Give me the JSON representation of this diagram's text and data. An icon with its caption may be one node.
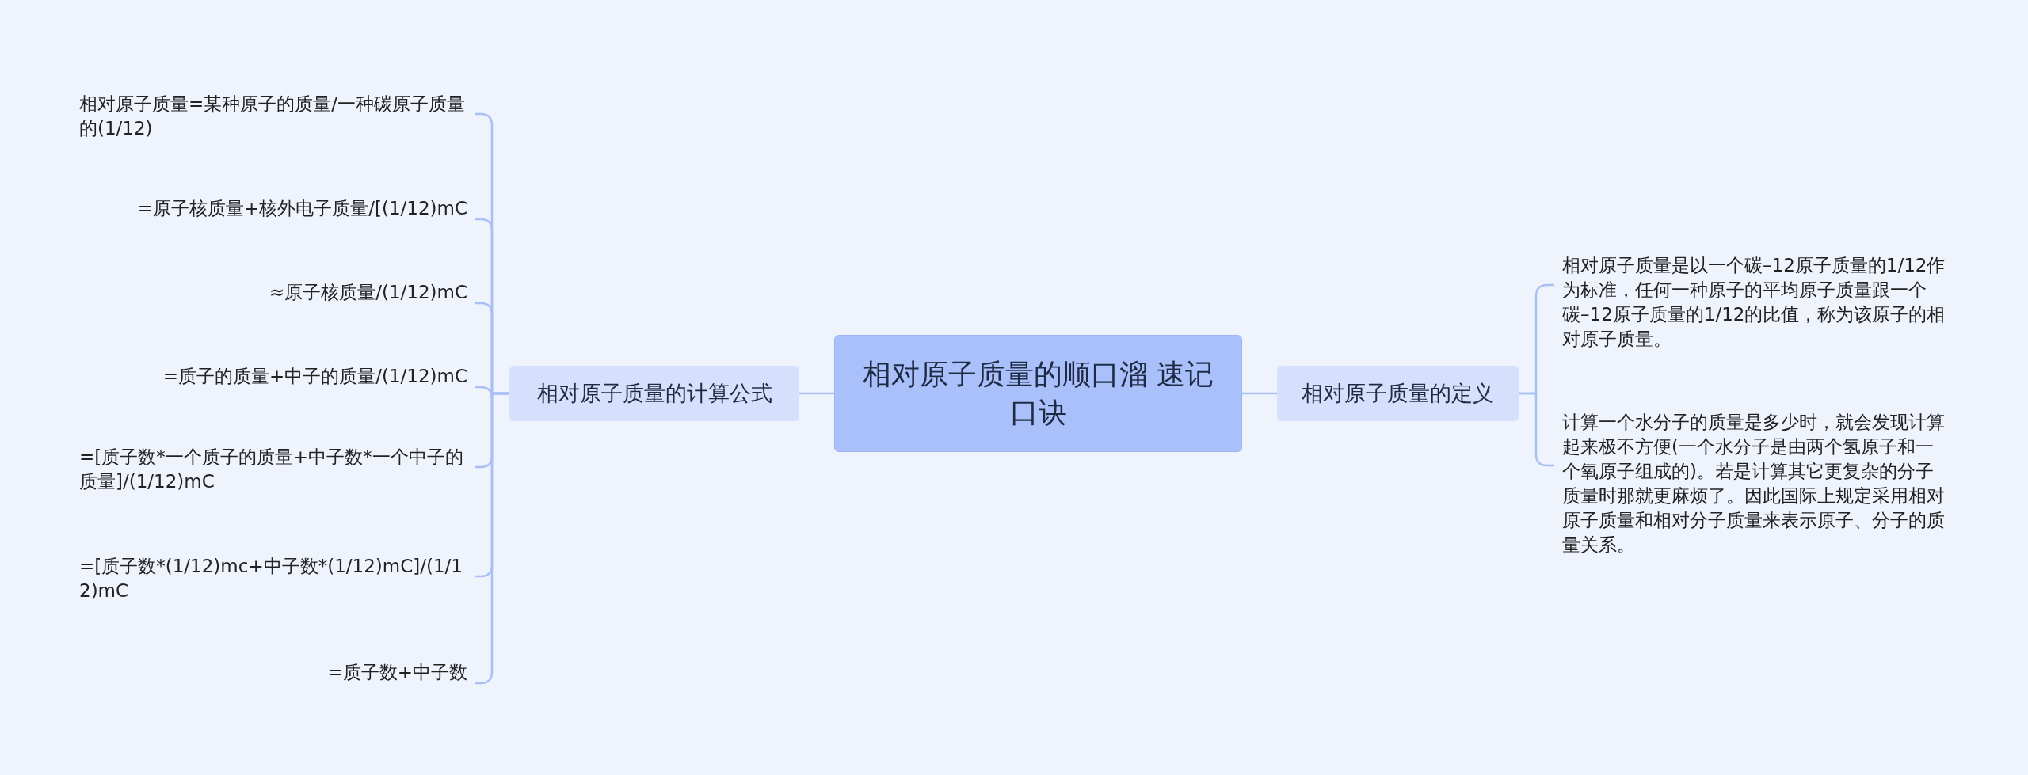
{
  "diagram": {
    "nodes": [
      {
        "text": [
          "相对原子质量的顺口溜 速记口诀"
        ]
      },
      {
        "text": [
          "相对原子质量的计算公式"
        ]
      },
      {
        "text": [
          "相对原子质量=某种原子的质量/一种碳原子质量的(1/12)"
        ]
      },
      {
        "text": [
          "=原子核质量+核外电子质量/[(1/12)mC"
        ]
      },
      {
        "text": [
          "≈原子核质量/(1/12)mC"
        ]
      },
      {
        "text": [
          "=质子的质量+中子的质量/(1/12)mC"
        ]
      },
      {
        "text": [
          "=[质子数*一个质子的质量+中子数*一个中子的质量]/(1/12)mC"
        ]
      },
      {
        "text": [
          "=[质子数*(1/12)mc+中子数*(1/12)mC]/(1/12)mC"
        ]
      },
      {
        "text": [
          "=质子数+中子数"
        ]
      },
      {
        "text": [
          "相对原子质量的定义"
        ]
      },
      {
        "text": [
          "相对原子质量是以一个碳–12原子质量的1/12作为标准，任何一种原子的平均原子质量跟一个碳–12原子质量的1/12的比值，称为该原子的相对原子质量。"
        ]
      },
      {
        "text": [
          "计算一个水分子的质量是多少时，就会发现计算起来极不方便(一个水分子是由两个氢原子和一个氧原子组成的)。若是计算其它更复杂的分子质量时那就更麻烦了。因此国际上规定采用相对原子质量和相对分子质量来表示原子、分子的质量关系。"
        ]
      }
    ],
    "edges": [
      {
        "from": 0,
        "to": 1,
        "arrow": "none"
      },
      {
        "from": 1,
        "to": 2,
        "arrow": "none"
      },
      {
        "from": 1,
        "to": 3,
        "arrow": "none"
      },
      {
        "from": 1,
        "to": 4,
        "arrow": "none"
      },
      {
        "from": 1,
        "to": 5,
        "arrow": "none"
      },
      {
        "from": 1,
        "to": 6,
        "arrow": "none"
      },
      {
        "from": 1,
        "to": 7,
        "arrow": "none"
      },
      {
        "from": 1,
        "to": 8,
        "arrow": "none"
      },
      {
        "from": 0,
        "to": 9,
        "arrow": "none"
      },
      {
        "from": 9,
        "to": 10,
        "arrow": "none"
      },
      {
        "from": 9,
        "to": 11,
        "arrow": "none"
      }
    ]
  }
}
